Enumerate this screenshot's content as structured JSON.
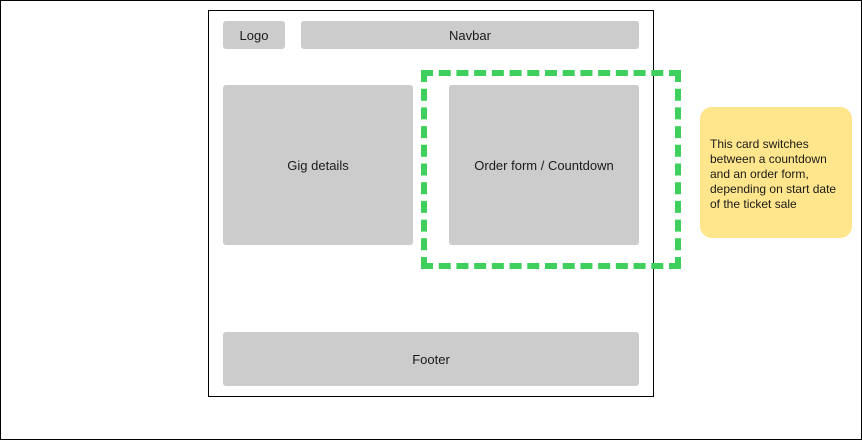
{
  "wireframe": {
    "logo_label": "Logo",
    "navbar_label": "Navbar",
    "gig_details_label": "Gig details",
    "order_form_label": "Order form / Countdown",
    "footer_label": "Footer"
  },
  "annotation": {
    "note_text": "This card switches between a countdown and an order form, depending on start date of the ticket sale"
  },
  "colors": {
    "block_fill": "#cccccc",
    "highlight_dash": "#3ecf5c",
    "note_fill": "#ffe68c"
  }
}
